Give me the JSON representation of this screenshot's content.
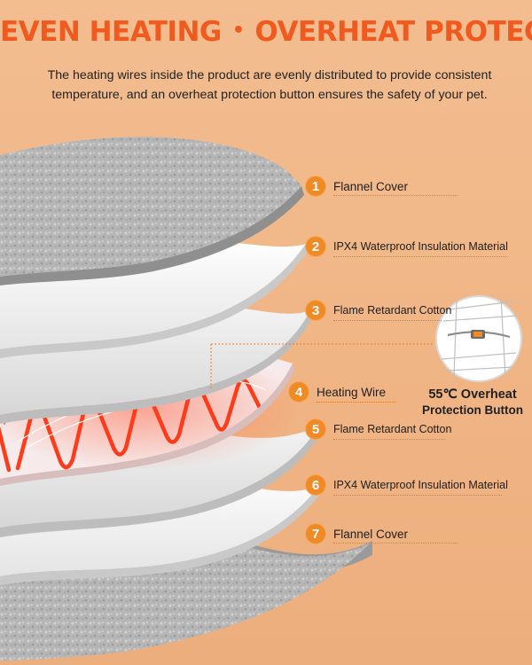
{
  "header": {
    "title_left": "EVEN HEATING",
    "separator": "•",
    "title_right": "OVERHEAT PROTECTION",
    "description": "The heating wires inside the product are evenly distributed to provide consistent temperature, and an overheat protection button ensures the safety of your pet."
  },
  "layers": [
    {
      "number": "1",
      "label": "Flannel Cover"
    },
    {
      "number": "2",
      "label": "IPX4 Waterproof Insulation Material"
    },
    {
      "number": "3",
      "label": "Flame Retardant Cotton"
    },
    {
      "number": "4",
      "label": "Heating Wire"
    },
    {
      "number": "5",
      "label": "Flame Retardant Cotton"
    },
    {
      "number": "6",
      "label": "IPX4 Waterproof Insulation Material"
    },
    {
      "number": "7",
      "label": "Flannel Cover"
    }
  ],
  "callout": {
    "line1": "55℃ Overheat",
    "line2": "Protection Button"
  },
  "colors": {
    "background": "#f2b98a",
    "title": "#f15a1f",
    "marker": "#f08a24",
    "wire": "#ff3b1a",
    "flannel": "#b4b4b4",
    "insulation": "#f7f7f7"
  },
  "icons": {
    "layer_marker": "numbered-circle",
    "button_magnifier": "magnifier-circle"
  }
}
